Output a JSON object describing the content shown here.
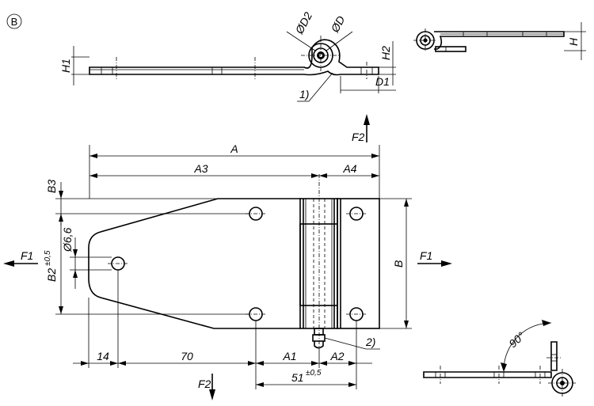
{
  "variant": {
    "symbol": "B"
  },
  "dimensions": {
    "A": "A",
    "A1": "A1",
    "A2": "A2",
    "A3": "A3",
    "A4": "A4",
    "B": "B",
    "B2": "B2",
    "B2_tol": "±0,5",
    "B3": "B3",
    "D": "ØD",
    "D1": "D1",
    "D2": "ØD2",
    "H": "H",
    "H1": "H1",
    "H2": "H2",
    "d_hole": "Ø6,6",
    "dim_14": "14",
    "dim_70": "70",
    "dim_51": "51",
    "dim_51_tol": "±0,5",
    "angle": "90°"
  },
  "forces": {
    "F1": "F1",
    "F2": "F2"
  },
  "notes": {
    "note1": "1)",
    "note2": "2)"
  }
}
